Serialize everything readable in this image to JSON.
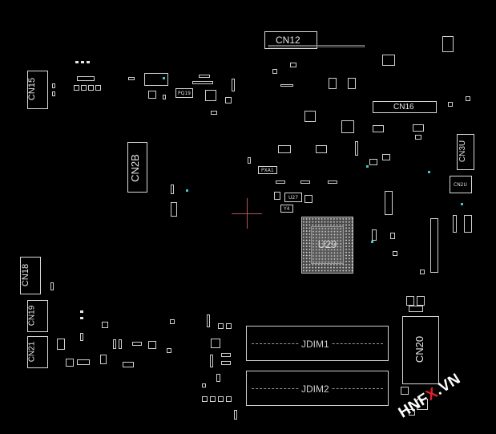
{
  "connectors": {
    "cn12": "CN12",
    "cn15": "CN15",
    "cn16": "CN16",
    "cn2b": "CN2B",
    "cn3u": "CN3U",
    "cn2u": "CN2U",
    "cn18": "CN18",
    "cn19": "CN19",
    "cn21": "CN21",
    "cn20": "CN20"
  },
  "components": {
    "pq19": "PQ19",
    "pxa1": "PXA1",
    "u27": "U27",
    "y4": "Y4",
    "u29": "U29"
  },
  "dimms": {
    "jdim1": "JDIM1",
    "jdim2": "JDIM2"
  },
  "watermark": {
    "prefix": "HNF",
    "x_letter": "X",
    "suffix": ".VN"
  },
  "colors": {
    "background": "#000000",
    "silkscreen": "#e0e0e0",
    "accent_cyan": "#3fc7c7",
    "cursor_red": "#b0555a",
    "watermark_red": "#e0202a"
  }
}
